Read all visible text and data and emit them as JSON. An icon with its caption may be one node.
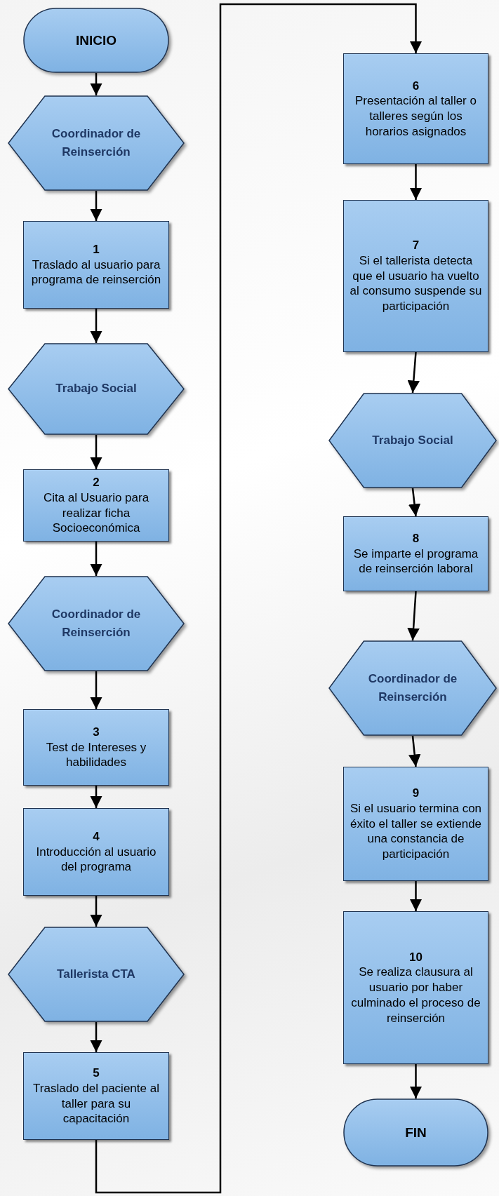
{
  "diagram": {
    "nodes": [
      {
        "text": [
          "INICIO"
        ]
      },
      {
        "text": [
          "Coordinador de Reinserción"
        ]
      },
      {
        "text": [
          "1",
          "Traslado al usuario para programa de reinserción"
        ]
      },
      {
        "text": [
          "Trabajo Social"
        ]
      },
      {
        "text": [
          "2",
          "Cita al Usuario para realizar ficha Socioeconómica"
        ]
      },
      {
        "text": [
          "Coordinador de Reinserción"
        ]
      },
      {
        "text": [
          "3",
          "Test de Intereses y habilidades"
        ]
      },
      {
        "text": [
          "4",
          "Introducción al usuario del programa"
        ]
      },
      {
        "text": [
          "Tallerista CTA"
        ]
      },
      {
        "text": [
          "5",
          "Traslado del paciente al taller para su capacitación"
        ]
      },
      {
        "text": [
          "6",
          "Presentación al taller o talleres según los horarios asignados"
        ]
      },
      {
        "text": [
          "7",
          "Si el tallerista detecta que el usuario ha vuelto al consumo suspende su participación"
        ]
      },
      {
        "text": [
          "Trabajo Social"
        ]
      },
      {
        "text": [
          "8",
          "Se imparte el programa de reinserción laboral"
        ]
      },
      {
        "text": [
          "Coordinador de Reinserción"
        ]
      },
      {
        "text": [
          "9",
          "Si el usuario termina con éxito el taller se extiende una constancia de participación"
        ]
      },
      {
        "text": [
          "10",
          "Se realiza clausura al usuario por haber culminado el proceso de reinserción"
        ]
      },
      {
        "text": [
          "FIN"
        ]
      }
    ],
    "edges": [
      {
        "from": 0,
        "to": 1,
        "arrow": "to"
      },
      {
        "from": 1,
        "to": 2,
        "arrow": "to"
      },
      {
        "from": 2,
        "to": 3,
        "arrow": "to"
      },
      {
        "from": 3,
        "to": 4,
        "arrow": "to"
      },
      {
        "from": 4,
        "to": 5,
        "arrow": "to"
      },
      {
        "from": 5,
        "to": 6,
        "arrow": "to"
      },
      {
        "from": 6,
        "to": 7,
        "arrow": "to"
      },
      {
        "from": 7,
        "to": 8,
        "arrow": "to"
      },
      {
        "from": 8,
        "to": 9,
        "arrow": "to"
      },
      {
        "from": 9,
        "to": 10,
        "arrow": "to"
      },
      {
        "from": 10,
        "to": 11,
        "arrow": "to"
      },
      {
        "from": 11,
        "to": 12,
        "arrow": "to"
      },
      {
        "from": 12,
        "to": 13,
        "arrow": "to"
      },
      {
        "from": 13,
        "to": 14,
        "arrow": "to"
      },
      {
        "from": 14,
        "to": 15,
        "arrow": "to"
      },
      {
        "from": 15,
        "to": 16,
        "arrow": "to"
      },
      {
        "from": 16,
        "to": 17,
        "arrow": "to"
      }
    ]
  }
}
